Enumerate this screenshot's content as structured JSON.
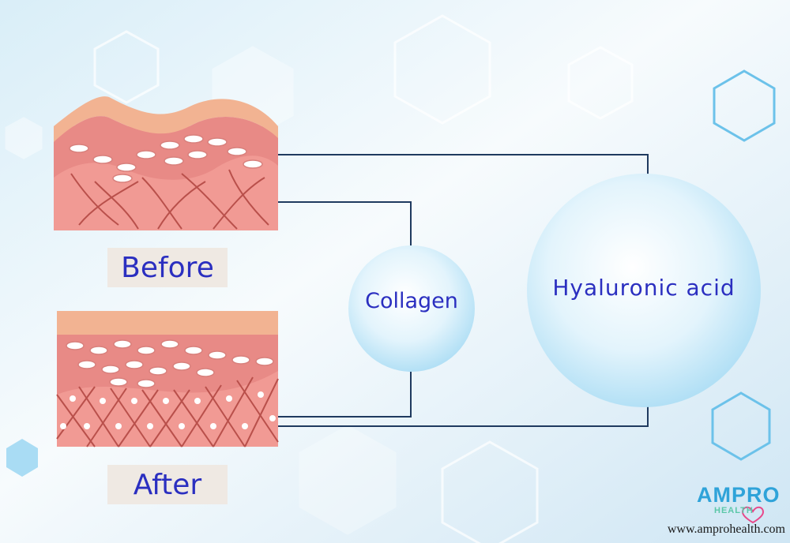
{
  "labels": {
    "before": "Before",
    "after": "After",
    "collagen": "Collagen",
    "hyaluronic": "Hyaluronic acid"
  },
  "brand": {
    "name": "AMPRO",
    "tag": "HEALTH",
    "website": "www.amprohealth.com"
  },
  "colors": {
    "connector": "#1f3a5f",
    "label_text": "#2b2fc0",
    "skin_top": "#f2b392",
    "skin_body": "#f19a94",
    "fiber": "#b9504b",
    "brand_blue": "#2fa3d9",
    "brand_pink": "#e8488a"
  }
}
